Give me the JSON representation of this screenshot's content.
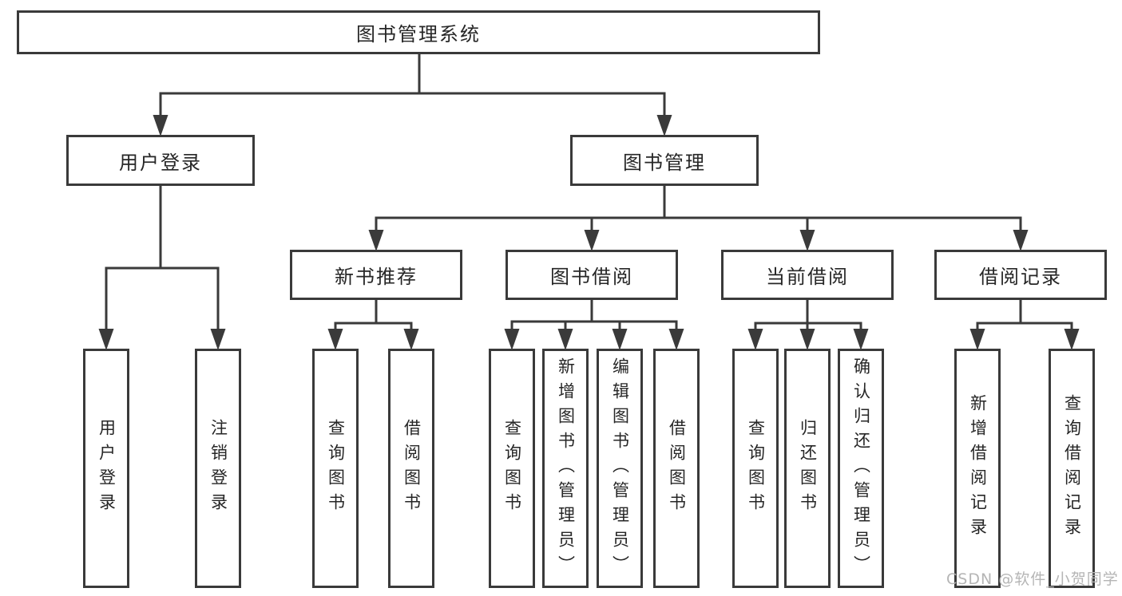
{
  "colors": {
    "line": "#3a3a3a",
    "text": "#262626",
    "box-bg": "#ffffff",
    "canvas-bg": "#ffffff",
    "watermark": "#b5b5b5"
  },
  "diagram": {
    "root": {
      "label": "图书管理系统"
    },
    "branches": [
      {
        "label": "用户登录",
        "children": [
          {
            "label": "用户登录"
          },
          {
            "label": "注销登录"
          }
        ]
      },
      {
        "label": "图书管理",
        "groups": [
          {
            "label": "新书推荐",
            "children": [
              {
                "label": "查询图书"
              },
              {
                "label": "借阅图书"
              }
            ]
          },
          {
            "label": "图书借阅",
            "children": [
              {
                "label": "查询图书"
              },
              {
                "label": "新增图书（管理员）"
              },
              {
                "label": "编辑图书（管理员）"
              },
              {
                "label": "借阅图书"
              }
            ]
          },
          {
            "label": "当前借阅",
            "children": [
              {
                "label": "查询图书"
              },
              {
                "label": "归还图书"
              },
              {
                "label": "确认归还（管理员）"
              }
            ]
          },
          {
            "label": "借阅记录",
            "children": [
              {
                "label": "新增借阅记录"
              },
              {
                "label": "查询借阅记录"
              }
            ]
          }
        ]
      }
    ],
    "watermark": "CSDN @软件_小贺同学"
  }
}
